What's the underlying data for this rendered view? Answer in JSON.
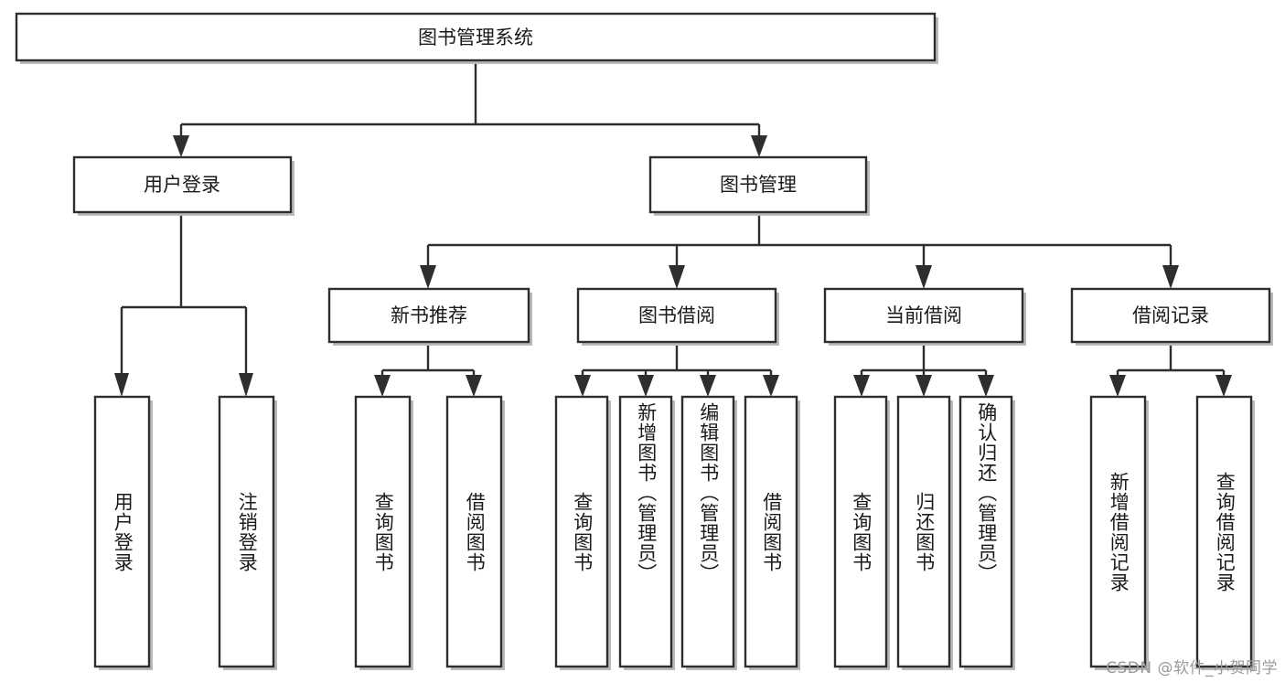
{
  "diagram": {
    "type": "tree",
    "title": "图书管理系统",
    "orientation": "top-down",
    "levels": 4,
    "root": {
      "id": "root",
      "label": "图书管理系统",
      "text_orientation": "horizontal"
    },
    "level2": [
      {
        "id": "user-login",
        "label": "用户登录",
        "text_orientation": "horizontal"
      },
      {
        "id": "book-manage",
        "label": "图书管理",
        "text_orientation": "horizontal"
      }
    ],
    "level3": [
      {
        "id": "new-book-recommend",
        "label": "新书推荐",
        "parent": "book-manage",
        "text_orientation": "horizontal"
      },
      {
        "id": "book-borrow",
        "label": "图书借阅",
        "parent": "book-manage",
        "text_orientation": "horizontal"
      },
      {
        "id": "current-borrow",
        "label": "当前借阅",
        "parent": "book-manage",
        "text_orientation": "horizontal"
      },
      {
        "id": "borrow-record",
        "label": "借阅记录",
        "parent": "book-manage",
        "text_orientation": "horizontal"
      }
    ],
    "leaves": [
      {
        "id": "leaf-user-login",
        "label": "用户登录",
        "parent": "user-login",
        "text_orientation": "vertical"
      },
      {
        "id": "leaf-user-logout",
        "label": "注销登录",
        "parent": "user-login",
        "text_orientation": "vertical"
      },
      {
        "id": "leaf-query-book-1",
        "label": "查询图书",
        "parent": "new-book-recommend",
        "text_orientation": "vertical"
      },
      {
        "id": "leaf-borrow-book-1",
        "label": "借阅图书",
        "parent": "new-book-recommend",
        "text_orientation": "vertical"
      },
      {
        "id": "leaf-query-book-2",
        "label": "查询图书",
        "parent": "book-borrow",
        "text_orientation": "vertical"
      },
      {
        "id": "leaf-add-book",
        "label": "新增图书（管理员）",
        "parent": "book-borrow",
        "text_orientation": "vertical"
      },
      {
        "id": "leaf-edit-book",
        "label": "编辑图书（管理员）",
        "parent": "book-borrow",
        "text_orientation": "vertical"
      },
      {
        "id": "leaf-borrow-book-2",
        "label": "借阅图书",
        "parent": "book-borrow",
        "text_orientation": "vertical"
      },
      {
        "id": "leaf-query-book-3",
        "label": "查询图书",
        "parent": "current-borrow",
        "text_orientation": "vertical"
      },
      {
        "id": "leaf-return-book",
        "label": "归还图书",
        "parent": "current-borrow",
        "text_orientation": "vertical"
      },
      {
        "id": "leaf-confirm-return",
        "label": "确认归还（管理员）",
        "parent": "current-borrow",
        "text_orientation": "vertical"
      },
      {
        "id": "leaf-add-record",
        "label": "新增借阅记录",
        "parent": "borrow-record",
        "text_orientation": "vertical"
      },
      {
        "id": "leaf-query-record",
        "label": "查询借阅记录",
        "parent": "borrow-record",
        "text_orientation": "vertical"
      }
    ]
  },
  "colors": {
    "background": "#ffffff",
    "box_fill": "#ffffff",
    "box_stroke": "#2e2e2e",
    "box_shadow": "#b9b9b9",
    "connector": "#2e2e2e",
    "text": "#1a1a1a",
    "watermark": "#9a9a9a"
  },
  "watermark": {
    "text": "CSDN @软件_小贺同学"
  }
}
